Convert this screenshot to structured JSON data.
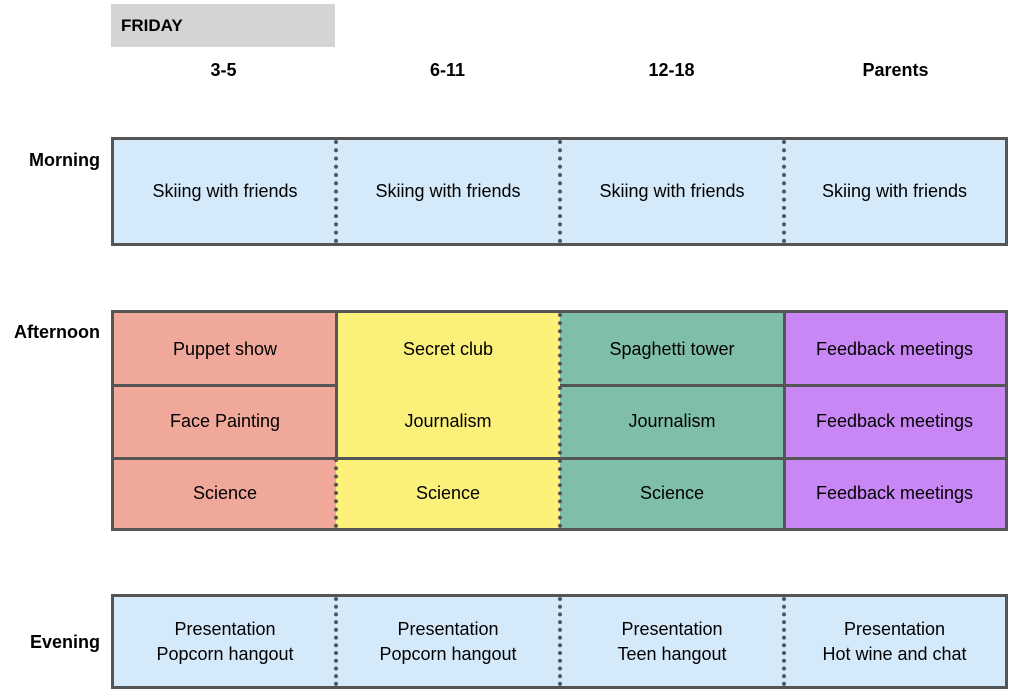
{
  "day": "FRIDAY",
  "columns": [
    "3-5",
    "6-11",
    "12-18",
    "Parents"
  ],
  "rows": {
    "morning": "Morning",
    "afternoon": "Afternoon",
    "evening": "Evening"
  },
  "morning": [
    "Skiing with friends",
    "Skiing with friends",
    "Skiing with friends",
    "Skiing with friends"
  ],
  "afternoon": [
    [
      "Puppet show",
      "Secret club",
      "Spaghetti tower",
      "Feedback meetings"
    ],
    [
      "Face Painting",
      "Journalism",
      "Journalism",
      "Feedback meetings"
    ],
    [
      "Science",
      "Science",
      "Science",
      "Feedback meetings"
    ]
  ],
  "evening": [
    [
      "Presentation",
      "Popcorn hangout"
    ],
    [
      "Presentation",
      "Popcorn hangout"
    ],
    [
      "Presentation",
      "Teen hangout"
    ],
    [
      "Presentation",
      "Hot wine and chat"
    ]
  ],
  "colors": {
    "light_blue": "#d4e9fa",
    "salmon": "#f0a89b",
    "yellow": "#fbf07a",
    "green": "#7fbfa7",
    "purple": "#c987f5",
    "border": "#555555"
  }
}
